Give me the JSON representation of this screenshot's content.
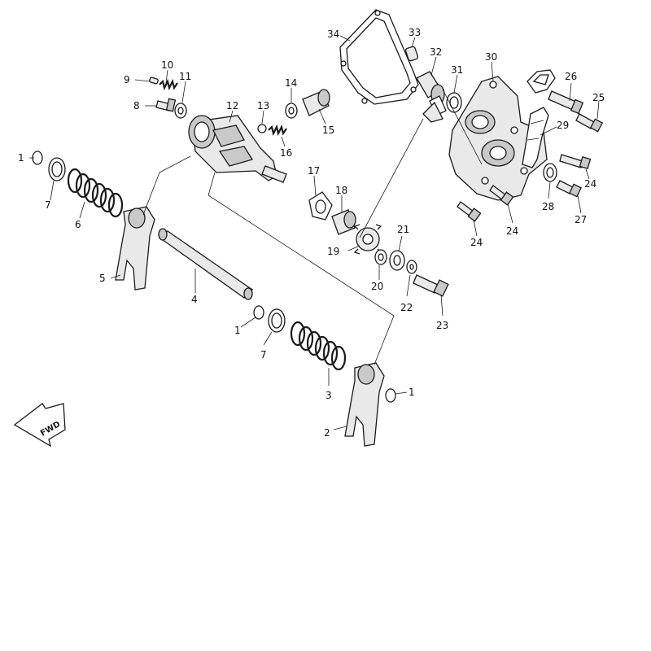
{
  "callouts": {
    "c1a": "1",
    "c1b": "1",
    "c1c": "1",
    "c2": "2",
    "c3": "3",
    "c4": "4",
    "c5": "5",
    "c6": "6",
    "c7a": "7",
    "c7b": "7",
    "c8": "8",
    "c9": "9",
    "c10": "10",
    "c11": "11",
    "c12": "12",
    "c13": "13",
    "c14": "14",
    "c15": "15",
    "c16": "16",
    "c17": "17",
    "c18": "18",
    "c19": "19",
    "c20": "20",
    "c21": "21",
    "c22": "22",
    "c23": "23",
    "c24a": "24",
    "c24b": "24",
    "c24c": "24",
    "c25": "25",
    "c26": "26",
    "c27": "27",
    "c28": "28",
    "c29": "29",
    "c30": "30",
    "c31": "31",
    "c32": "32",
    "c33": "33",
    "c34": "34"
  },
  "fwd_label": "FWD",
  "icons": {
    "fwd": "arrow-left-down-icon"
  }
}
